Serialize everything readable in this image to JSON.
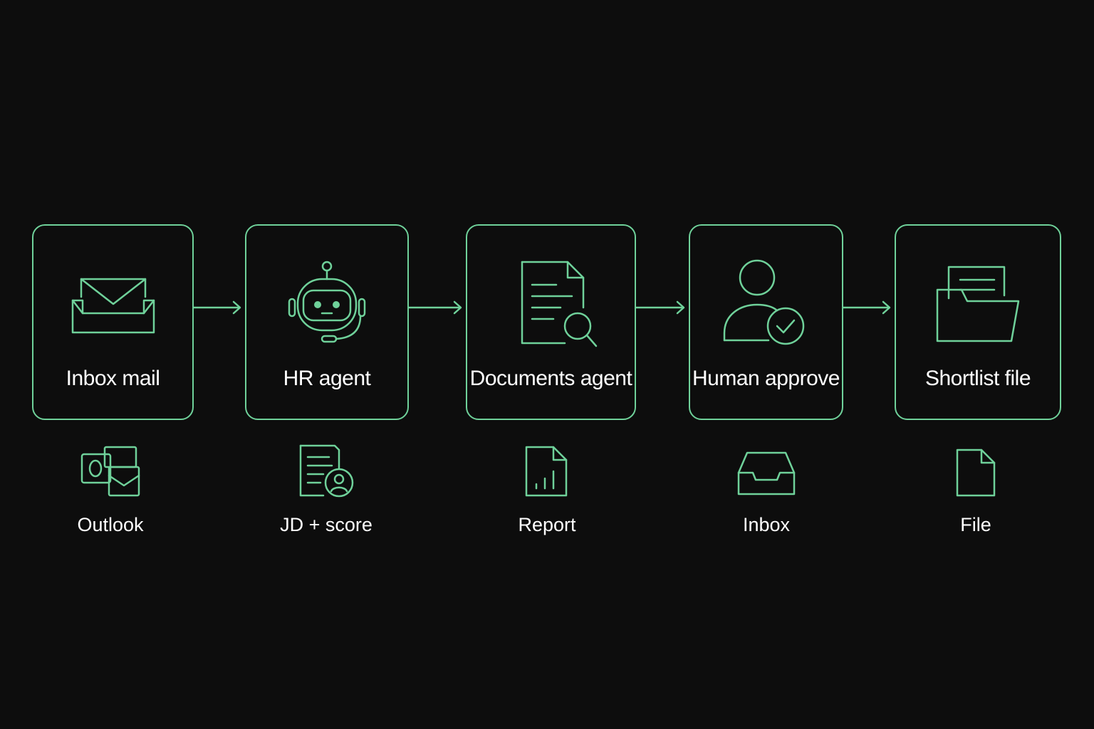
{
  "colors": {
    "background": "#0d0d0d",
    "accent": "#6fd19a",
    "text": "#ffffff"
  },
  "steps": [
    {
      "label": "Inbox mail",
      "icon": "inbox-mail-icon",
      "sub_label": "Outlook",
      "sub_icon": "outlook-icon"
    },
    {
      "label": "HR agent",
      "icon": "robot-icon",
      "sub_label": "JD + score",
      "sub_icon": "candidate-document-icon"
    },
    {
      "label": "Documents agent",
      "icon": "document-search-icon",
      "sub_label": "Report",
      "sub_icon": "report-chart-icon"
    },
    {
      "label": "Human approve",
      "icon": "user-check-icon",
      "sub_label": "Inbox",
      "sub_icon": "inbox-tray-icon"
    },
    {
      "label": "Shortlist file",
      "icon": "folder-icon",
      "sub_label": "File",
      "sub_icon": "file-icon"
    }
  ]
}
